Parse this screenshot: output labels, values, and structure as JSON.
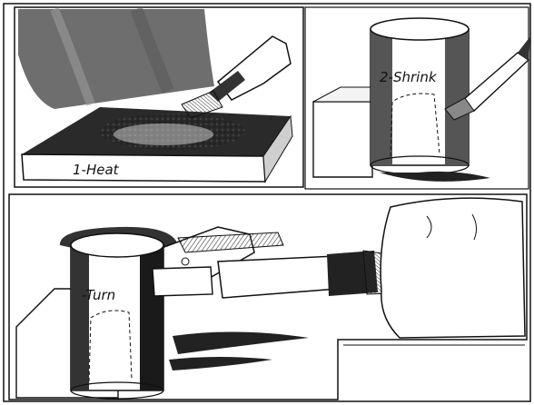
{
  "panels": [
    {
      "id": "heat",
      "label": "1-Heat"
    },
    {
      "id": "shrink",
      "label": "2-Shrink"
    },
    {
      "id": "turn",
      "label": "-Turn"
    }
  ],
  "colors": {
    "ink": "#111111",
    "paper": "#ffffff",
    "shade": "#7a7a7a"
  }
}
